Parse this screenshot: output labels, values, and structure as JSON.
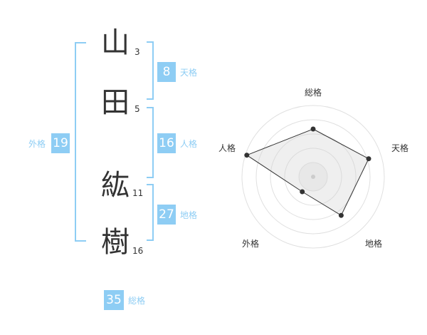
{
  "name": {
    "chars": [
      {
        "char": "山",
        "strokes": "3"
      },
      {
        "char": "田",
        "strokes": "5"
      },
      {
        "char": "紘",
        "strokes": "11"
      },
      {
        "char": "樹",
        "strokes": "16"
      }
    ]
  },
  "fortunes": {
    "tenkaku": {
      "value": "8",
      "label": "天格"
    },
    "jinkaku": {
      "value": "16",
      "label": "人格"
    },
    "chikaku": {
      "value": "27",
      "label": "地格"
    },
    "gaikaku": {
      "value": "19",
      "label": "外格"
    },
    "soukaku": {
      "value": "35",
      "label": "総格"
    }
  },
  "colors": {
    "accent": "#8ecdf4",
    "text": "#333333"
  },
  "chart_data": {
    "type": "radar",
    "axes": [
      "総格",
      "天格",
      "地格",
      "外格",
      "人格"
    ],
    "scale_max": 1,
    "rings": 5,
    "values": [
      0.67,
      0.82,
      0.67,
      0.26,
      0.98
    ]
  }
}
